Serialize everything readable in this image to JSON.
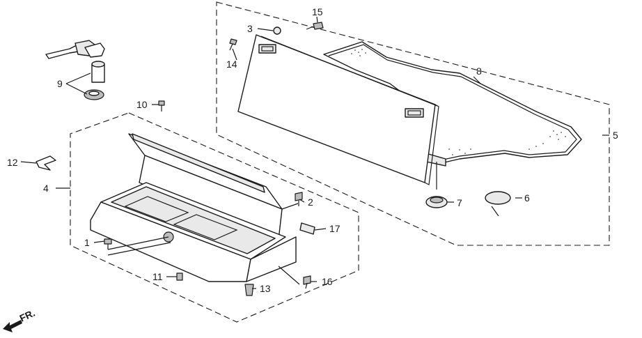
{
  "diagram": {
    "callouts": [
      {
        "id": "c1",
        "text": "1"
      },
      {
        "id": "c2",
        "text": "2"
      },
      {
        "id": "c3",
        "text": "3"
      },
      {
        "id": "c4",
        "text": "4"
      },
      {
        "id": "c5",
        "text": "5"
      },
      {
        "id": "c6",
        "text": "6"
      },
      {
        "id": "c7",
        "text": "7"
      },
      {
        "id": "c8",
        "text": "8"
      },
      {
        "id": "c9",
        "text": "9"
      },
      {
        "id": "c10",
        "text": "10"
      },
      {
        "id": "c11",
        "text": "11"
      },
      {
        "id": "c12",
        "text": "12"
      },
      {
        "id": "c13",
        "text": "13"
      },
      {
        "id": "c14",
        "text": "14"
      },
      {
        "id": "c15",
        "text": "15"
      },
      {
        "id": "c16",
        "text": "16"
      },
      {
        "id": "c17",
        "text": "17"
      }
    ],
    "front_marker": "FR."
  }
}
